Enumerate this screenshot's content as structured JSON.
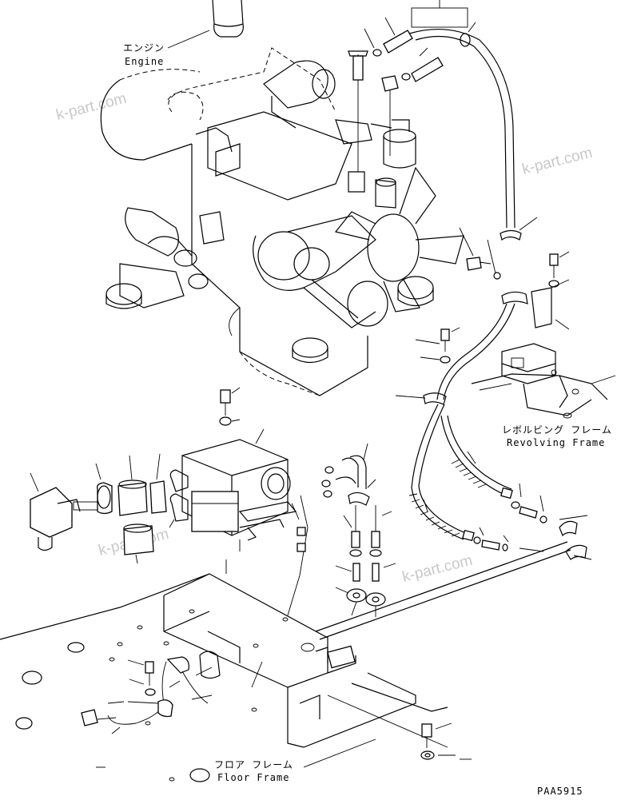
{
  "labels": {
    "engine_ja": "エンジン",
    "engine_en": "Engine",
    "revolving_ja": "レボルビング フレーム",
    "revolving_en": "Revolving Frame",
    "floor_ja": "フロア フレーム",
    "floor_en": "Floor Frame",
    "drawing_code": "PAA5915"
  },
  "watermarks": [
    "k-part.com",
    "k-part.com",
    "k-part.com",
    "k-part.com"
  ]
}
